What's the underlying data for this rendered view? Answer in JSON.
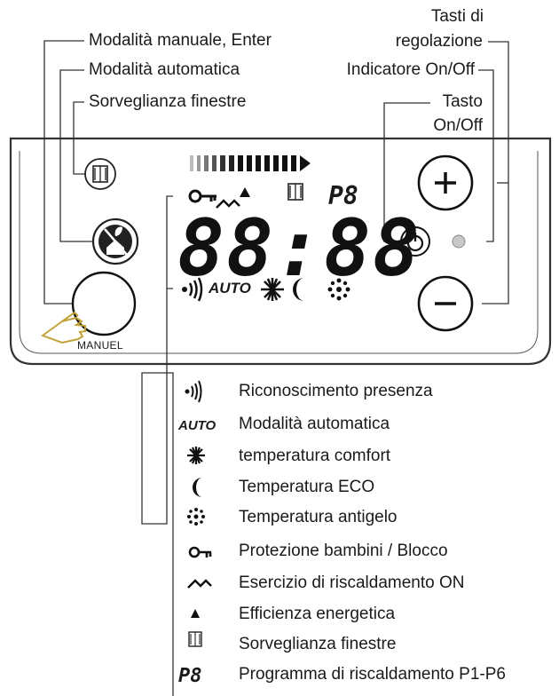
{
  "callouts": {
    "manual_enter": "Modalità manuale, Enter",
    "automatic_mode": "Modalità automatica",
    "window_monitoring": "Sorveglianza finestre",
    "adjust_keys_line1": "Tasti di",
    "adjust_keys_line2": "regolazione",
    "onoff_indicator": "Indicatore On/Off",
    "onoff_key_line1": "Tasto",
    "onoff_key_line2": "On/Off"
  },
  "device": {
    "manuel_label": "MANUEL",
    "lcd_digits": "88:88",
    "lcd_auto": "AUTO",
    "lcd_program": "P8",
    "plus_symbol": "+",
    "minus_symbol": "−"
  },
  "legend": [
    {
      "icon": "presence-icon",
      "symbol": "•)))",
      "text": "Riconoscimento presenza"
    },
    {
      "icon": "auto-icon",
      "symbol": "AUTO",
      "text": "Modalità automatica"
    },
    {
      "icon": "comfort-icon",
      "symbol": "",
      "text": "temperatura comfort"
    },
    {
      "icon": "eco-moon-icon",
      "symbol": "",
      "text": "Temperatura ECO"
    },
    {
      "icon": "antifreeze-icon",
      "symbol": "",
      "text": "Temperatura antigelo"
    },
    {
      "icon": "key-lock-icon",
      "symbol": "",
      "text": "Protezione bambini / Blocco"
    },
    {
      "icon": "heating-wave-icon",
      "symbol": "",
      "text": "Esercizio di riscaldamento ON"
    },
    {
      "icon": "triangle-icon",
      "symbol": "",
      "text": "Efficienza energetica"
    },
    {
      "icon": "window-icon",
      "symbol": "",
      "text": "Sorveglianza finestre"
    },
    {
      "icon": "program-icon",
      "symbol": "P8",
      "text": "Programma di riscaldamento P1-P6"
    }
  ]
}
